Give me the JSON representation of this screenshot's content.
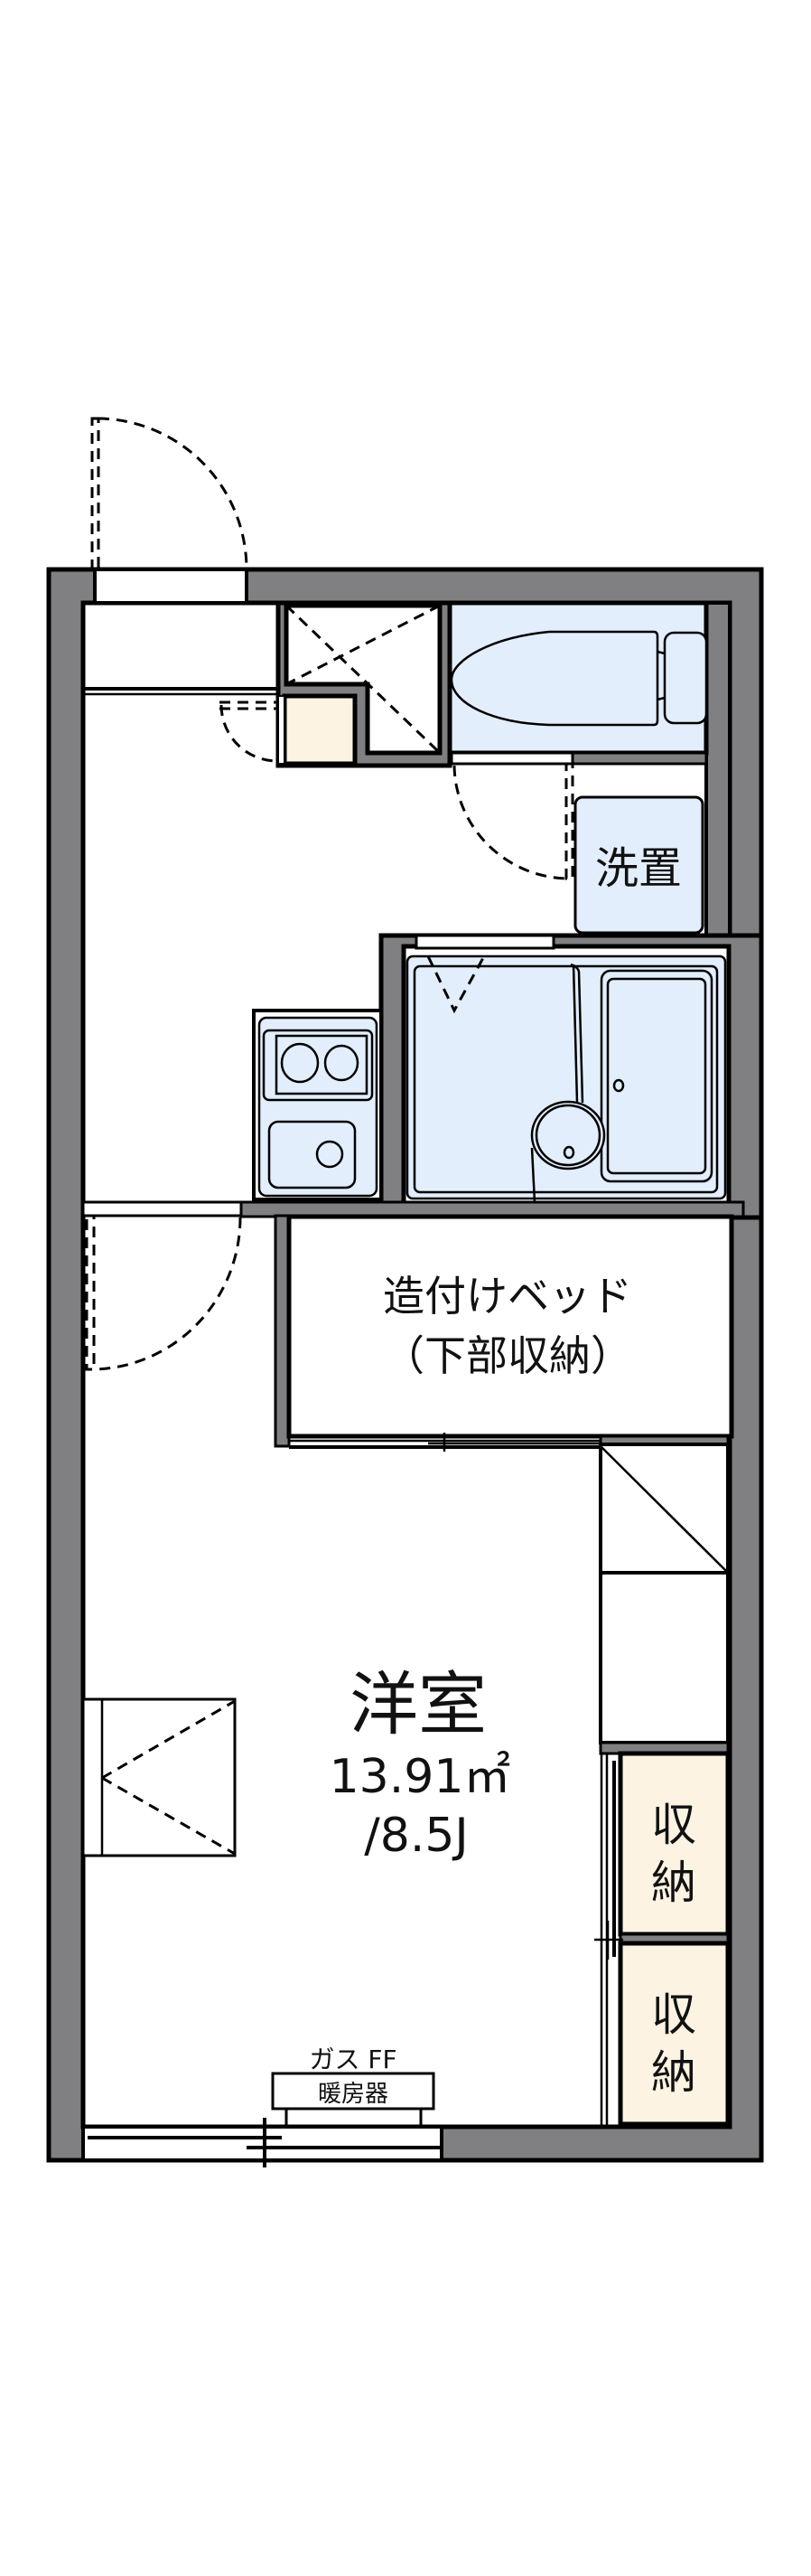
{
  "plan": {
    "type": "floor-plan",
    "layout": "1K",
    "colors": {
      "wall": "#808083",
      "wet_area": "#e3eefc",
      "storage": "#fdf3e2",
      "floor": "#ffffff"
    },
    "rooms": {
      "western_room": {
        "name": "洋室",
        "area": "13.91㎡",
        "size": "/8.5J"
      },
      "built_in_bed": {
        "line1": "造付けベッド",
        "line2": "（下部収納）"
      },
      "washer_space": {
        "label": "洗置"
      },
      "storage_1": {
        "line1": "収",
        "line2": "納"
      },
      "storage_2": {
        "line1": "収",
        "line2": "納"
      },
      "heater": {
        "caption": "ガス FF",
        "label": "暖房器"
      }
    }
  }
}
